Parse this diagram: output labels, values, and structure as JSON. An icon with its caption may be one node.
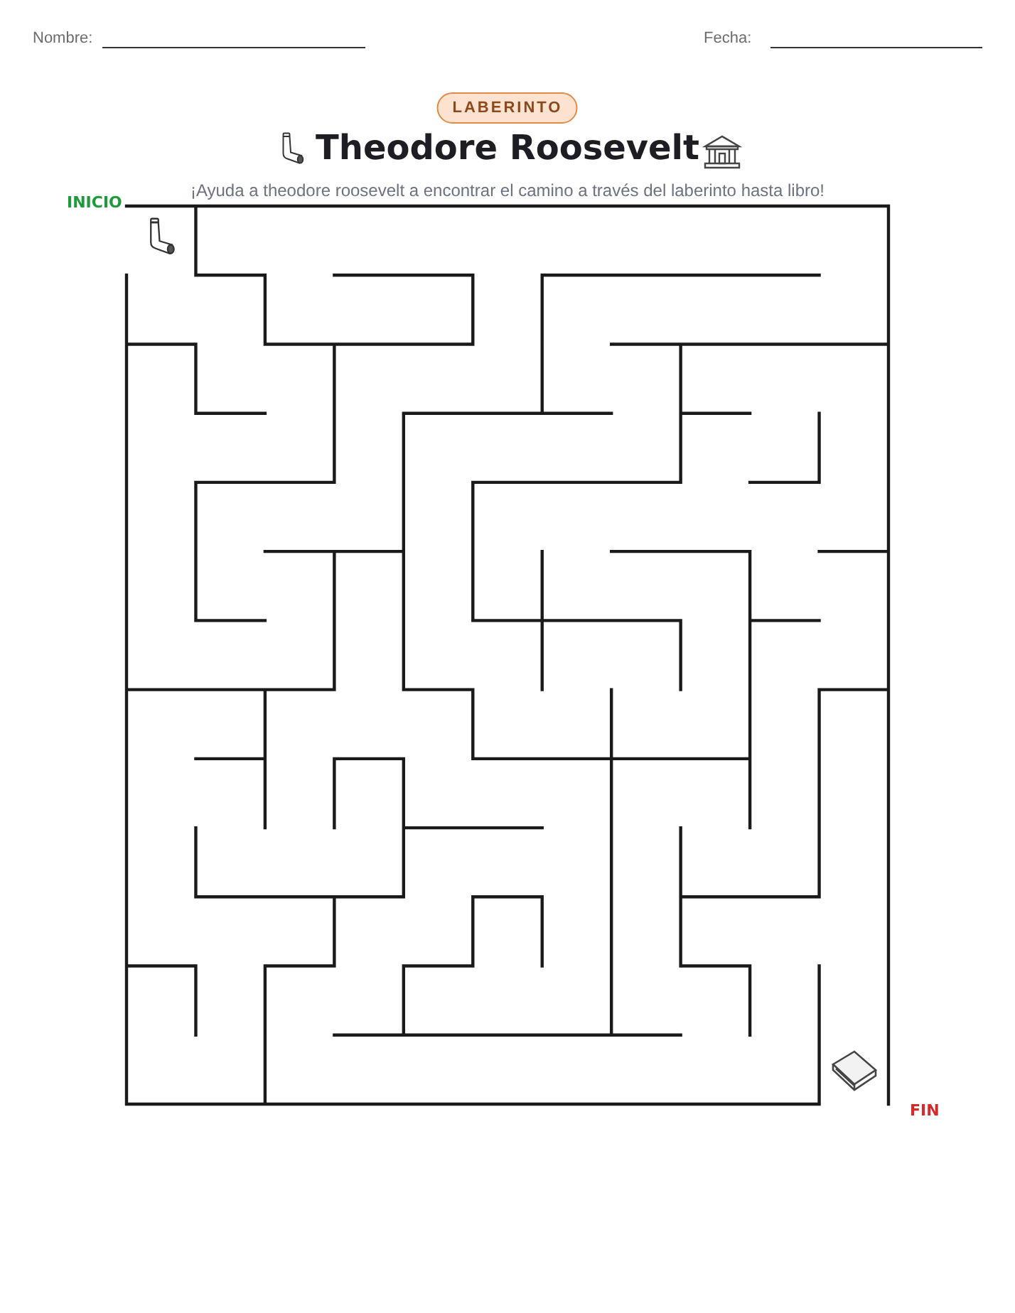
{
  "diagram": {
    "title": "Theodore Roosevelt",
    "labels": [
      "Nombre:",
      "Fecha:",
      "LABERINTO",
      "¡Ayuda a theodore roosevelt a encontrar el camino a través del laberinto hasta libro!",
      "INICIO",
      "FIN"
    ]
  }
}
